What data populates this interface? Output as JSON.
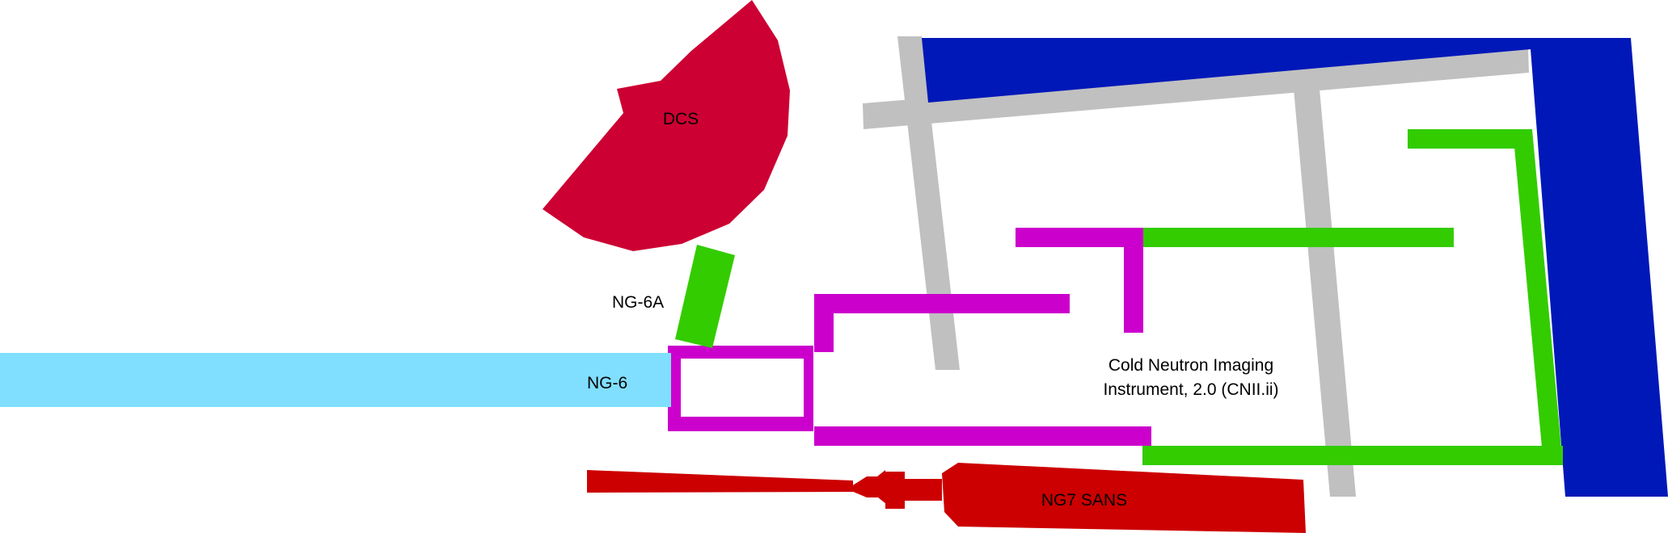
{
  "labels": {
    "dcs": "DCS",
    "ng6a": "NG-6A",
    "ng6": "NG-6",
    "cnii_line1": "Cold Neutron Imaging",
    "cnii_line2": "Instrument, 2.0 (CNII.ii)",
    "ng7_sans": "NG7 SANS"
  },
  "colors": {
    "dcs": "#cc0033",
    "ng6a": "#33cc00",
    "ng6": "#80dfff",
    "cnii": "#cc00cc",
    "guide_green": "#33cc00",
    "wall_gray": "#c0c0c0",
    "wall_blue": "#0018b8",
    "ng7_sans": "#cc0000"
  }
}
